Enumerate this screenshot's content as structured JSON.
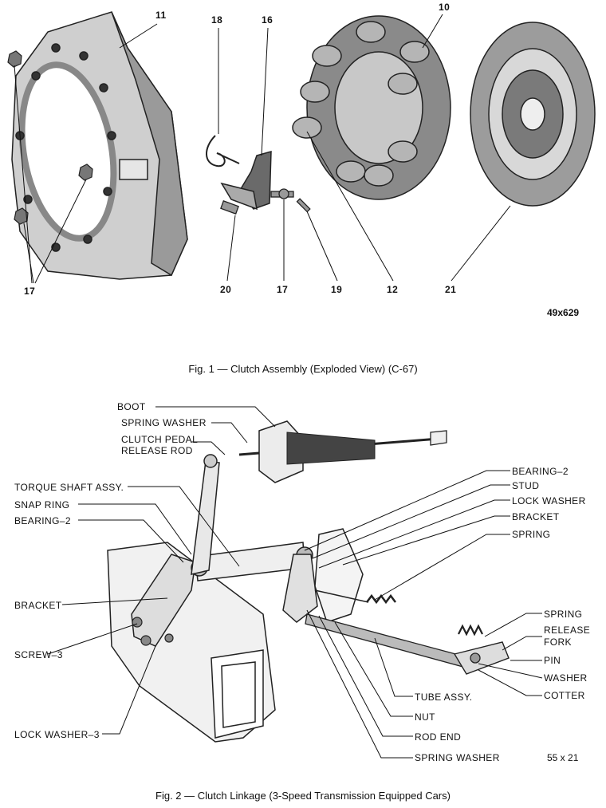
{
  "fig1": {
    "caption": "Fig. 1 — Clutch Assembly (Exploded View) (C-67)",
    "code": "49x629",
    "callouts": [
      "11",
      "18",
      "16",
      "10",
      "17",
      "20",
      "17",
      "19",
      "12",
      "21"
    ]
  },
  "fig2": {
    "caption": "Fig. 2 — Clutch Linkage (3-Speed Transmission Equipped Cars)",
    "code": "55 x 21",
    "labels_left": [
      "BOOT",
      "SPRING WASHER",
      "CLUTCH PEDAL",
      "RELEASE ROD",
      "TORQUE SHAFT ASSY.",
      "SNAP RING",
      "BEARING–2",
      "BRACKET",
      "SCREW–3",
      "LOCK WASHER–3"
    ],
    "labels_right": [
      "BEARING–2",
      "STUD",
      "LOCK WASHER",
      "BRACKET",
      "SPRING",
      "SPRING",
      "RELEASE",
      "FORK",
      "PIN",
      "WASHER",
      "COTTER",
      "TUBE ASSY.",
      "NUT",
      "ROD END",
      "SPRING WASHER"
    ]
  }
}
